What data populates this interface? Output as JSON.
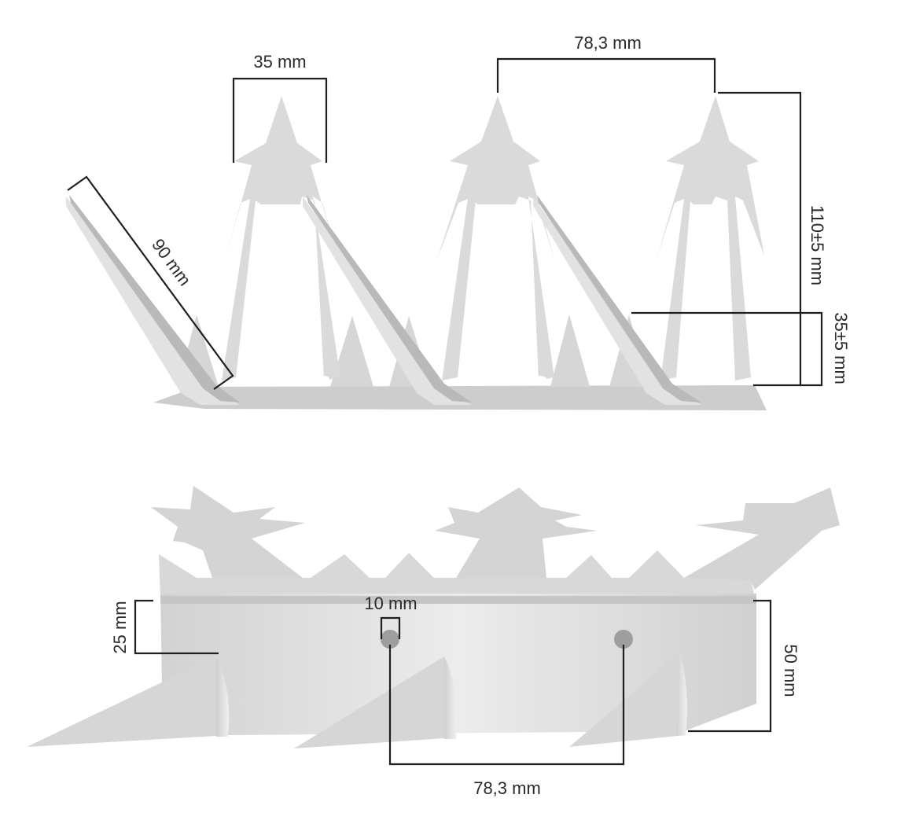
{
  "dimensions": {
    "spike_width": "35 mm",
    "spike_pitch_top": "78,3 mm",
    "base_length": "90 mm",
    "height_total": "110±5 mm",
    "height_base": "35±5 mm",
    "hole_diameter": "10 mm",
    "strip_offset": "25 mm",
    "strip_height": "50 mm",
    "hole_pitch": "78,3 mm"
  },
  "colors": {
    "metal_light": "#dcdcdc",
    "metal_mid": "#c9c9c9",
    "metal_dark": "#b3b3b3",
    "hole": "#9e9e9e",
    "dimension_line": "#1f1f1f"
  }
}
